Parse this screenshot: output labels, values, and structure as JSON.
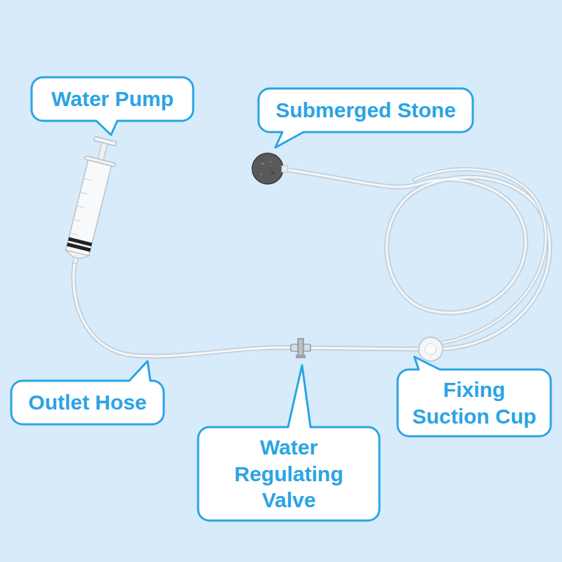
{
  "diagram": {
    "nodes": [
      {
        "text": [
          "Water Pump"
        ]
      },
      {
        "text": [
          "Submerged Stone"
        ]
      },
      {
        "text": [
          "Outlet Hose"
        ]
      },
      {
        "text": [
          "Water Regulating Valve"
        ]
      },
      {
        "text": [
          "Fixing Suction Cup"
        ]
      }
    ]
  }
}
